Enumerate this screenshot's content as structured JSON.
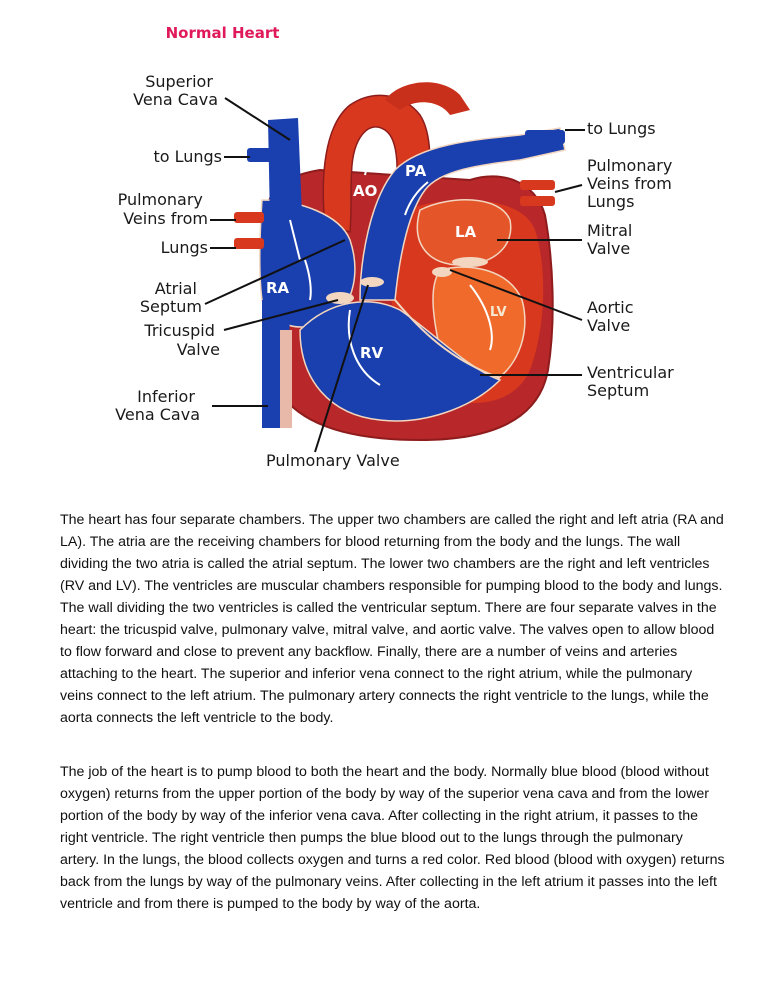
{
  "title": "Normal Heart",
  "labels": {
    "superior_vena_cava": [
      "Superior",
      "Vena Cava"
    ],
    "to_lungs_left": "to Lungs",
    "pulmonary_veins_left": [
      "Pulmonary",
      "Veins from"
    ],
    "lungs_left": "Lungs",
    "atrial_septum": [
      "Atrial",
      "Septum"
    ],
    "tricuspid_valve": [
      "Tricuspid",
      "Valve"
    ],
    "inferior_vena_cava": [
      "Inferior",
      "Vena Cava"
    ],
    "pulmonary_valve": "Pulmonary Valve",
    "to_lungs_right": "to Lungs",
    "pulmonary_veins_right": [
      "Pulmonary",
      "Veins from",
      "Lungs"
    ],
    "mitral_valve": [
      "Mitral",
      "Valve"
    ],
    "aortic_valve": [
      "Aortic",
      "Valve"
    ],
    "ventricular_septum": [
      "Ventricular",
      "Septum"
    ]
  },
  "chambers": {
    "ao": "AO",
    "pa": "PA",
    "ra": "RA",
    "la": "LA",
    "rv": "RV",
    "lv": "LV"
  },
  "colors": {
    "title": "#e0195a",
    "deoxygenated": "#1a3fae",
    "oxygenated": "#d8381e",
    "wall": "#b8272a"
  },
  "paragraphs": [
    "The heart has four separate chambers. The upper two chambers are called the right and left atria (RA and LA). The atria are the receiving chambers for blood returning from the body and the lungs. The wall dividing the two atria is called the atrial septum. The lower two chambers are the right and left ventricles (RV and LV). The ventricles are muscular chambers responsible for pumping blood to the body and lungs. The wall dividing the two ventricles is called the ventricular septum. There are four separate valves in the heart: the tricuspid valve, pulmonary valve, mitral valve, and aortic valve. The valves open to allow blood to flow forward and close to prevent any backflow. Finally, there are a number of veins and arteries attaching to the heart. The superior and inferior vena connect to the right atrium, while the pulmonary veins connect to the left atrium. The pulmonary artery connects the right ventricle to the lungs, while the aorta connects the left ventricle to the body.",
    "The job of the heart is to pump blood to both the heart and the body. Normally blue blood (blood without oxygen) returns from the upper portion of the body by way of the superior vena cava and from the lower portion of the body by way of the inferior vena cava. After collecting in the right atrium, it passes to the right ventricle. The right ventricle then pumps the blue blood out to the lungs through the pulmonary artery. In the lungs, the blood collects oxygen and turns a red color. Red blood (blood with oxygen) returns back from the lungs by way of the pulmonary veins. After collecting in the left atrium it passes into the left ventricle and from there is pumped to the body by way of the aorta."
  ]
}
